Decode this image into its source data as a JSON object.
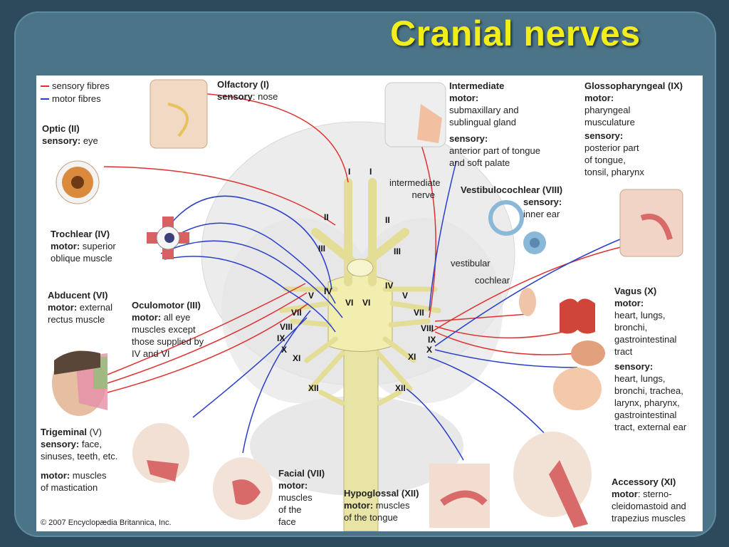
{
  "title": "Cranial nerves",
  "legend": {
    "sensory": "sensory fibres",
    "motor": "motor fibres"
  },
  "colors": {
    "sensory": "#e03030",
    "motor": "#2a3fc8",
    "title": "#f2ee1a",
    "nerve": "#f2eeb0"
  },
  "nerves": {
    "olfactory": {
      "name": "Olfactory (I)",
      "type": "sensory",
      "detail": "nose"
    },
    "optic": {
      "name": "Optic (II)",
      "type": "sensory:",
      "detail": "eye"
    },
    "trochlear": {
      "name": "Trochlear (IV)",
      "type": "motor:",
      "detail1": "superior",
      "detail2": "oblique muscle"
    },
    "abducent": {
      "name": "Abducent (VI)",
      "type": "motor:",
      "detail1": "external",
      "detail2": "rectus muscle"
    },
    "oculomotor": {
      "name": "Oculomotor (III)",
      "type": "motor:",
      "detail1": "all eye",
      "detail2": "muscles except",
      "detail3": "those supplied by",
      "detail4": "IV and VI"
    },
    "trigeminal": {
      "name": "Trigeminal",
      "suffix": "(V)",
      "sensory": "sensory:",
      "sensory_detail1": "face,",
      "sensory_detail2": "sinuses, teeth, etc.",
      "motor": "motor:",
      "motor_detail1": "muscles",
      "motor_detail2": "of mastication"
    },
    "facial": {
      "name": "Facial (VII)",
      "type": "motor:",
      "detail1": "muscles",
      "detail2": "of the",
      "detail3": "face"
    },
    "hypoglossal": {
      "name": "Hypoglossal (XII)",
      "type": "motor:",
      "detail1": "muscles",
      "detail2": "of the tongue"
    },
    "accessory": {
      "name": "Accessory (XI)",
      "type": "motor",
      "detail1": ": sterno-",
      "detail2": "cleidomastoid and",
      "detail3": "trapezius muscles"
    },
    "vagus": {
      "name": "Vagus (X)",
      "motor": "motor:",
      "motor_d1": "heart, lungs,",
      "motor_d2": "bronchi,",
      "motor_d3": "gastrointestinal",
      "motor_d4": "tract",
      "sensory": "sensory:",
      "sensory_d1": "heart, lungs,",
      "sensory_d2": "bronchi, trachea,",
      "sensory_d3": "larynx, pharynx,",
      "sensory_d4": "gastrointestinal",
      "sensory_d5": "tract, external ear"
    },
    "vestibulocochlear": {
      "name": "Vestibulocochlear (VIII)",
      "sensory": "sensory:",
      "detail": "inner ear",
      "vestibular": "vestibular",
      "cochlear": "cochlear"
    },
    "intermediate": {
      "name": "Intermediate",
      "motor": "motor:",
      "motor_d1": "submaxillary and",
      "motor_d2": "sublingual gland",
      "sensory": "sensory:",
      "sensory_d1": "anterior part of tongue",
      "sensory_d2": "and soft palate",
      "nerve_label1": "intermediate",
      "nerve_label2": "nerve"
    },
    "glossopharyngeal": {
      "name": "Glossopharyngeal (IX)",
      "motor": "motor:",
      "motor_d1": "pharyngeal",
      "motor_d2": "musculature",
      "sensory": "sensory:",
      "sensory_d1": "posterior part",
      "sensory_d2": "of tongue,",
      "sensory_d3": "tonsil, pharynx"
    }
  },
  "numerals": {
    "I": "I",
    "II": "II",
    "III": "III",
    "IV": "IV",
    "V": "V",
    "VI": "VI",
    "VII": "VII",
    "VIII": "VIII",
    "IX": "IX",
    "X": "X",
    "XI": "XI",
    "XII": "XII"
  },
  "copyright": "© 2007 Encyclopædia Britannica, Inc."
}
